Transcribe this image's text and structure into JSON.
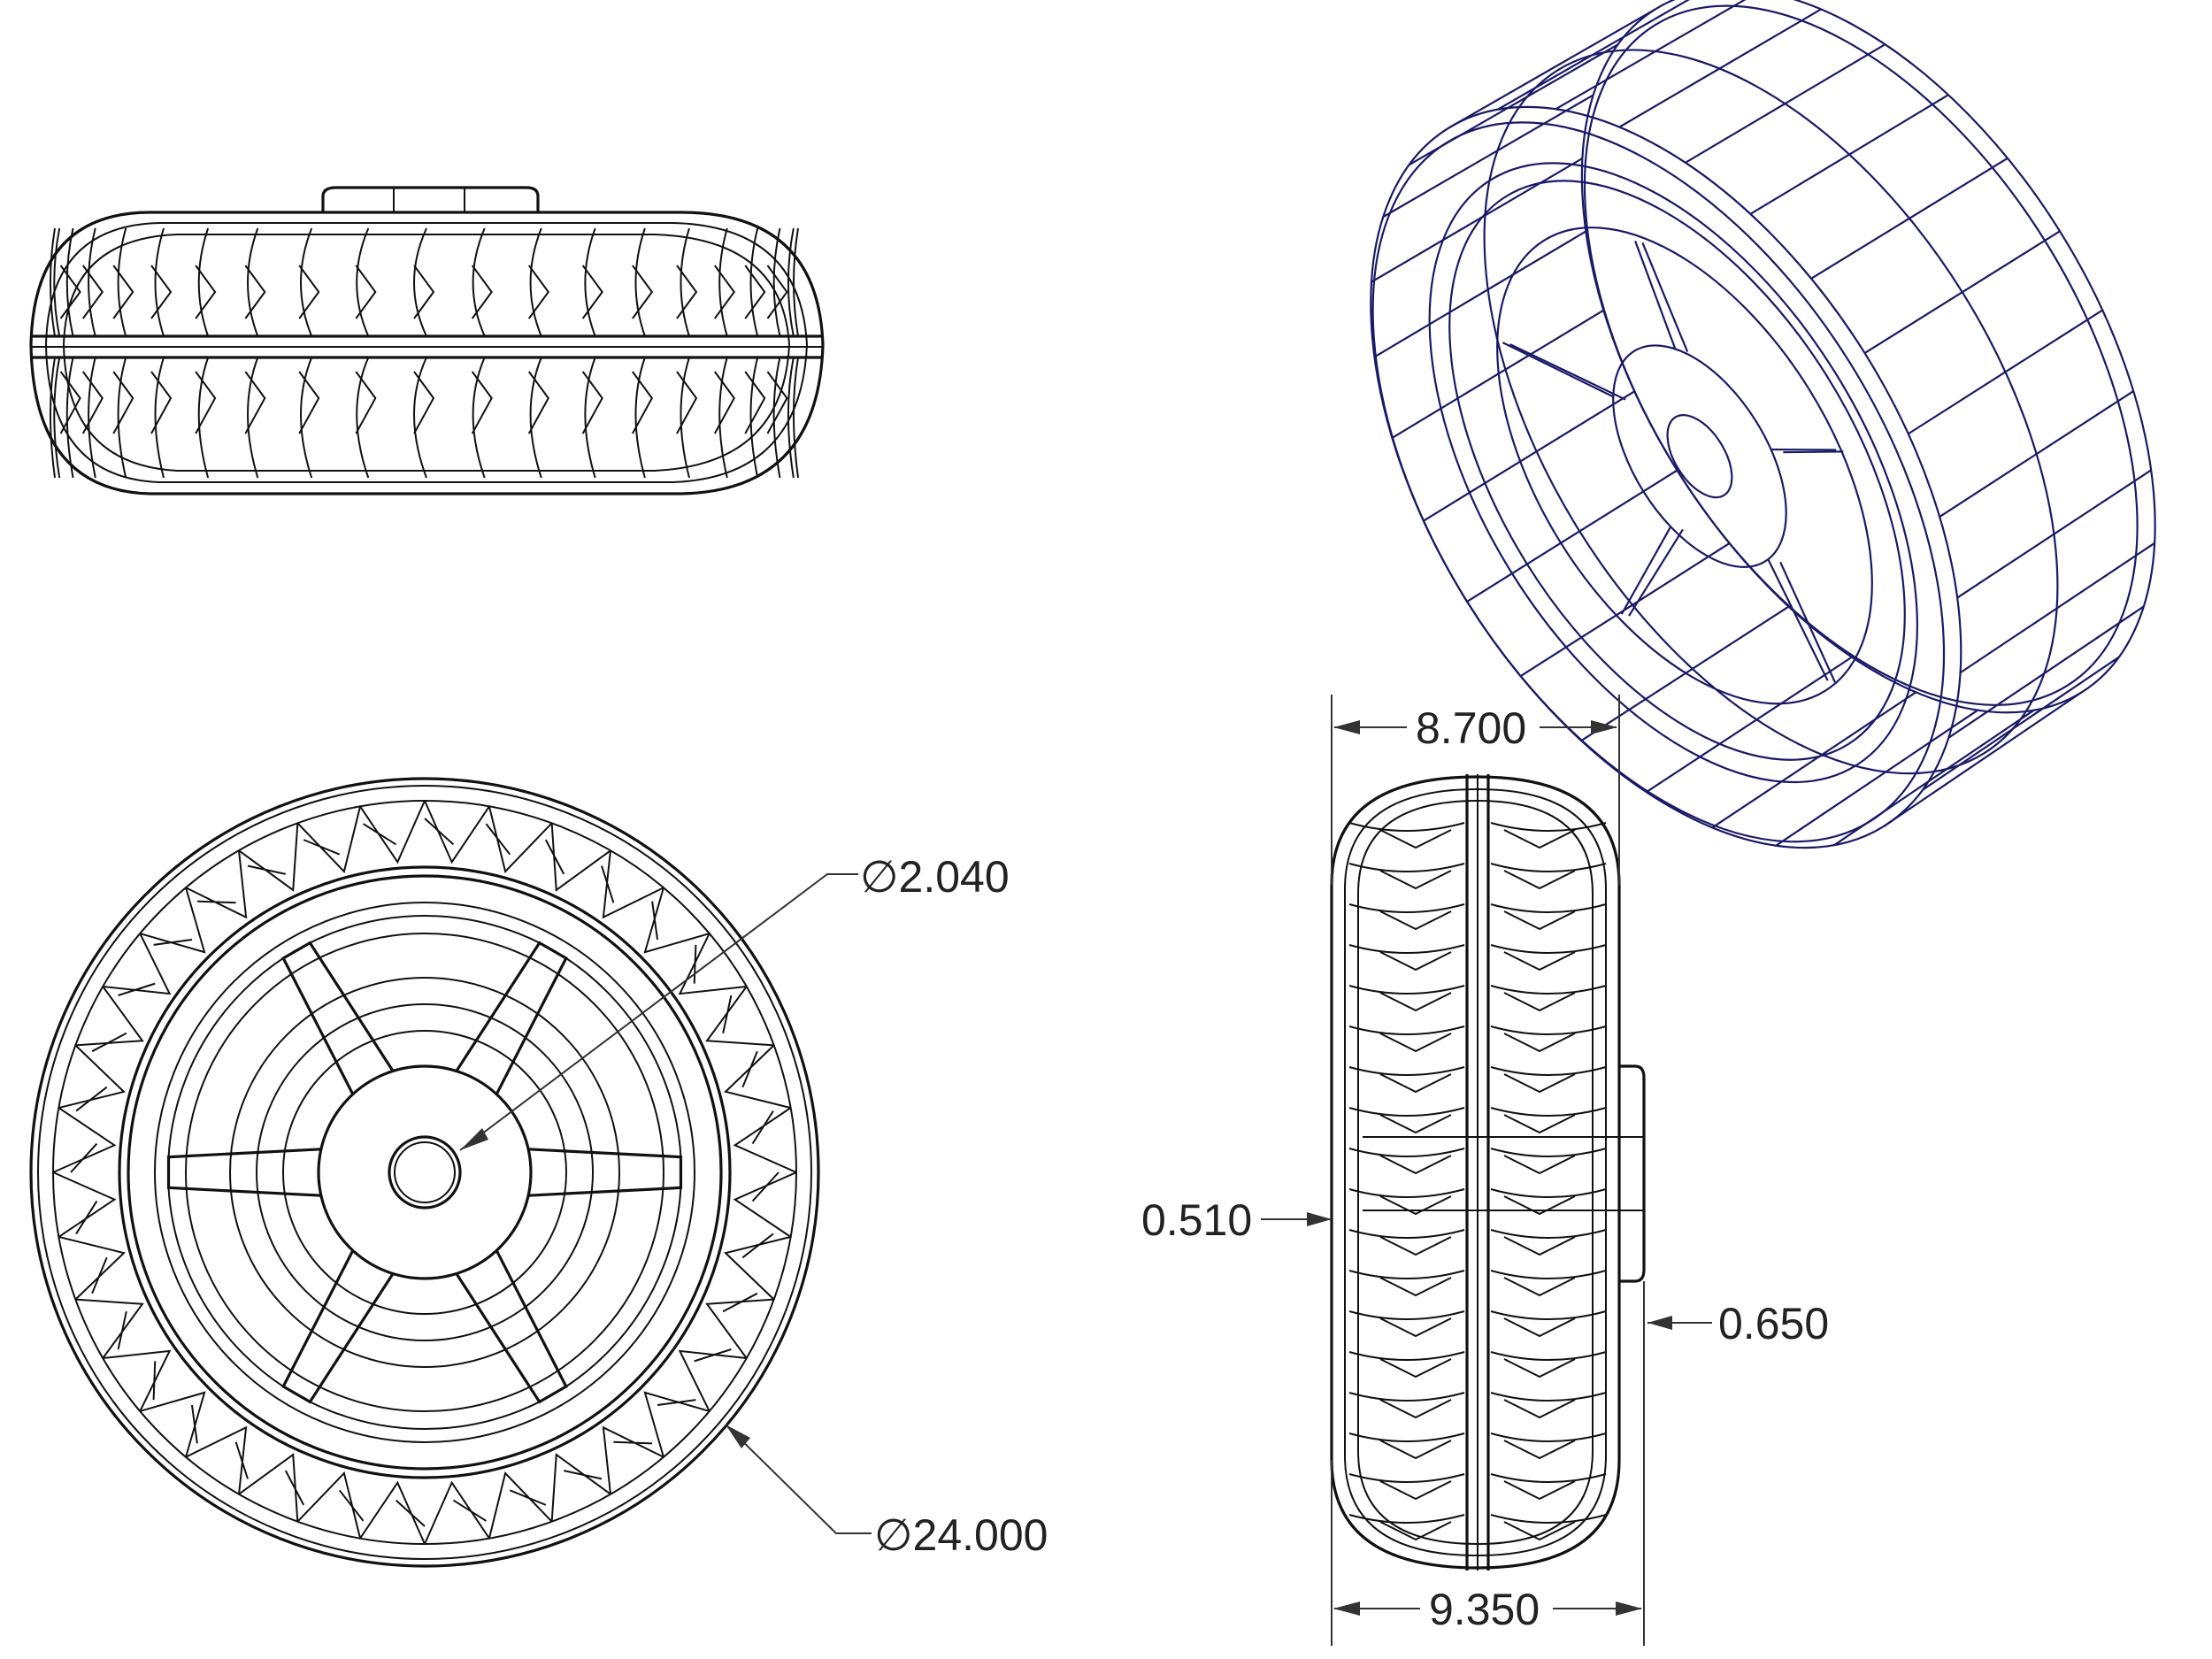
{
  "views": {
    "top": "top-view",
    "front": "front-view",
    "side": "side-view",
    "isometric": "isometric-view"
  },
  "dimensions": {
    "bore_diameter": "∅2.040",
    "outer_diameter": "∅24.000",
    "tread_width": "8.700",
    "overall_width": "9.350",
    "rib_offset": "0.510",
    "hub_protrusion": "0.650"
  },
  "colors": {
    "line": "#111111",
    "iso_line": "#1a1a66",
    "dimension": "#333333",
    "background": "#ffffff"
  }
}
